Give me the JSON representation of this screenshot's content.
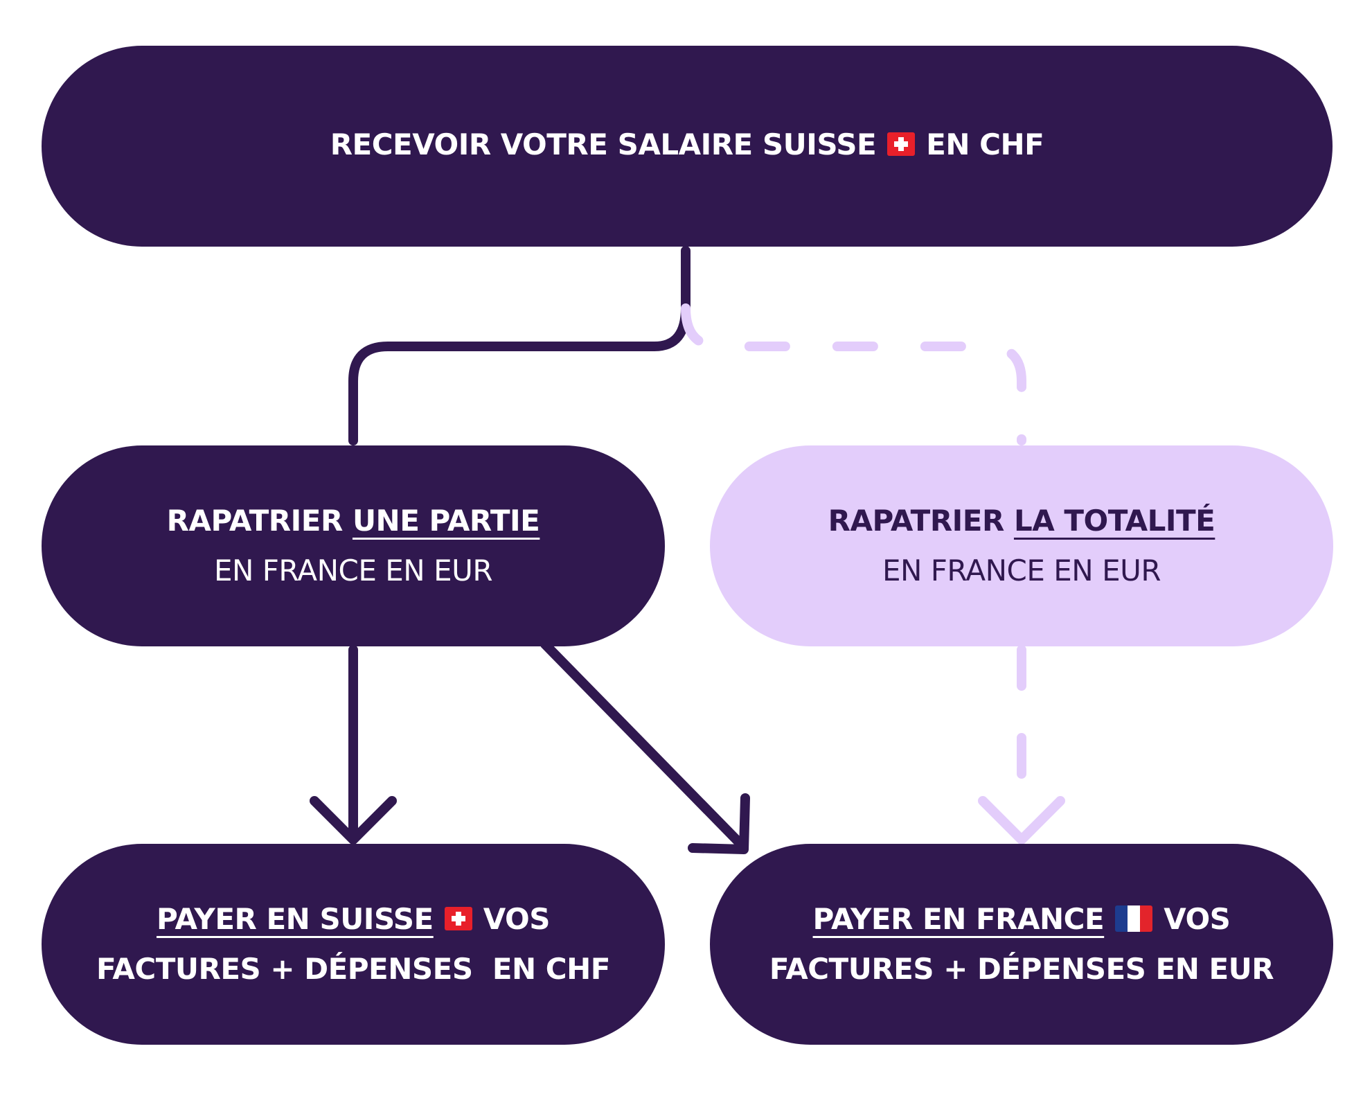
{
  "colors": {
    "dark": "#30184f",
    "light": "#e3cdfb",
    "white": "#ffffff"
  },
  "top_box": {
    "text_before": "RECEVOIR VOTRE SALAIRE SUISSE",
    "flag": "swiss-flag-icon",
    "text_after": "EN CHF"
  },
  "partial_box": {
    "prefix": "RAPATRIER",
    "highlight": "UNE PARTIE",
    "line2": "EN FRANCE EN EUR"
  },
  "total_box": {
    "prefix": "RAPATRIER",
    "highlight": "LA TOTALITÉ",
    "line2": "EN FRANCE EN EUR"
  },
  "pay_swiss_box": {
    "highlight": "PAYER EN SUISSE",
    "flag": "swiss-flag-icon",
    "after_flag": "VOS",
    "line2": "FACTURES + DÉPENSES  EN CHF"
  },
  "pay_france_box": {
    "highlight": "PAYER EN FRANCE",
    "flag": "french-flag-icon",
    "after_flag": "VOS",
    "line2": "FACTURES + DÉPENSES EN EUR"
  }
}
